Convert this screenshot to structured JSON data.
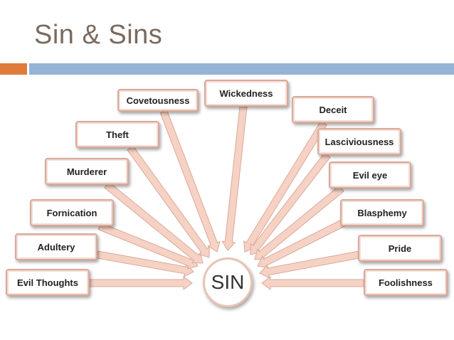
{
  "title": "Sin & Sins",
  "center_label": "SIN",
  "nodes": {
    "covetousness": "Covetousness",
    "wickedness": "Wickedness",
    "deceit": "Deceit",
    "theft": "Theft",
    "lasciviousness": "Lasciviousness",
    "murderer": "Murderer",
    "evil_eye": "Evil eye",
    "fornication": "Fornication",
    "blasphemy": "Blasphemy",
    "adultery": "Adultery",
    "pride": "Pride",
    "evil_thoughts": "Evil Thoughts",
    "foolishness": "Foolishness"
  },
  "colors": {
    "arrow_fill": "#f6d2c4",
    "arrow_stroke": "#d9a99a",
    "orange_bar": "#e07b39",
    "blue_bar": "#94b3d6",
    "title_color": "#7a6a5f"
  }
}
